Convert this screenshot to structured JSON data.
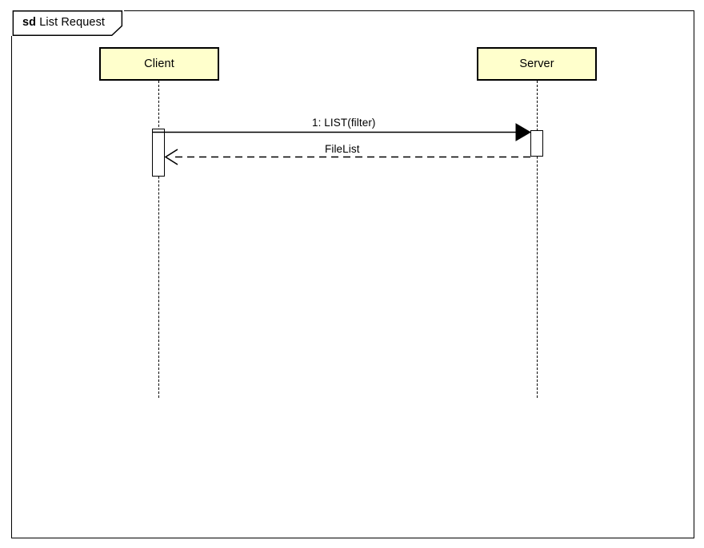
{
  "diagram": {
    "type": "uml-sequence-diagram",
    "frame": {
      "keyword": "sd",
      "name": "List Request"
    },
    "colors": {
      "lifeline_head_fill": "#ffffcc",
      "stroke": "#000000",
      "activation_fill": "#ffffff",
      "background": "#ffffff"
    },
    "lifelines": [
      {
        "id": "client",
        "label": "Client"
      },
      {
        "id": "server",
        "label": "Server"
      }
    ],
    "messages": [
      {
        "seq": "1",
        "label": "1: LIST(filter)",
        "name": "LIST",
        "arguments": "filter",
        "from": "client",
        "to": "server",
        "kind": "synchronous-call",
        "line_style": "solid",
        "arrowhead": "filled-triangle"
      },
      {
        "seq": "",
        "label": "FileList",
        "name": "FileList",
        "arguments": "",
        "from": "server",
        "to": "client",
        "kind": "reply",
        "line_style": "dashed",
        "arrowhead": "open"
      }
    ]
  }
}
